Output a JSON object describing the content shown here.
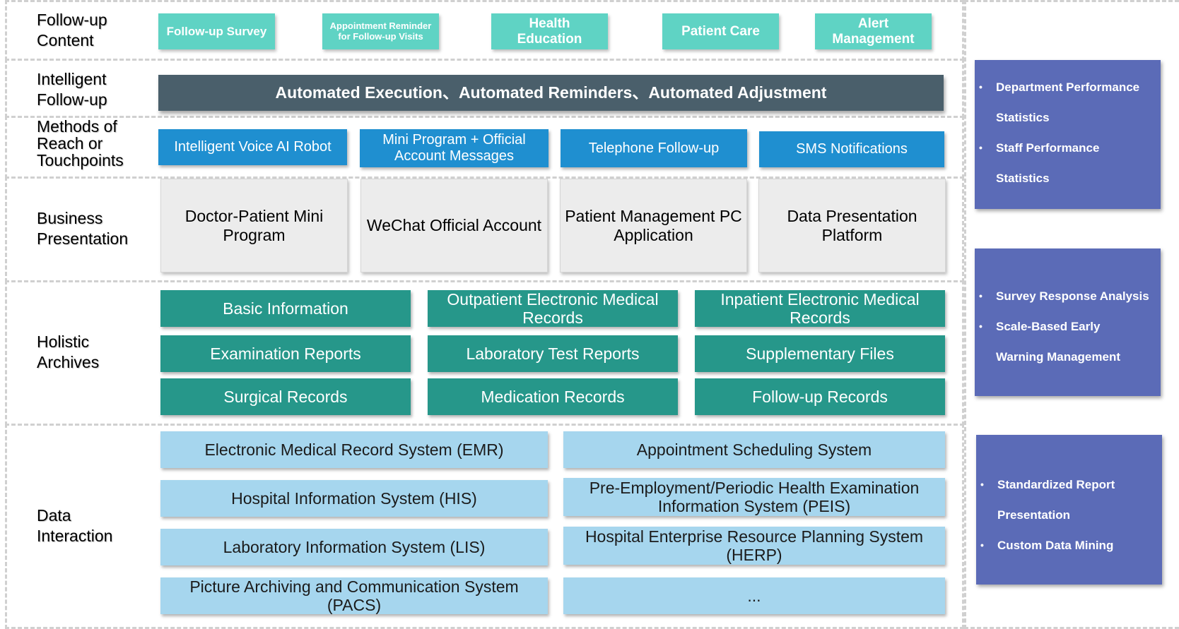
{
  "rows": {
    "followup_content": "Follow-up\nContent",
    "intelligent_followup": "Intelligent\nFollow-up",
    "methods": "Methods of\nReach or\nTouchpoints",
    "business": "Business\nPresentation",
    "holistic": "Holistic\nArchives",
    "data": "Data\nInteraction"
  },
  "followup_content": [
    "Follow-up Survey",
    "Appointment Reminder for Follow-up Visits",
    "Health Education",
    "Patient Care",
    "Alert Management"
  ],
  "intelligent_followup": "Automated Execution、Automated Reminders、Automated Adjustment",
  "methods": [
    "Intelligent Voice AI Robot",
    "Mini Program + Official Account Messages",
    "Telephone Follow-up",
    "SMS Notifications"
  ],
  "business": [
    "Doctor-Patient Mini Program",
    "WeChat Official Account",
    "Patient Management PC Application",
    "Data Presentation Platform"
  ],
  "holistic": [
    "Basic Information",
    "Outpatient Electronic Medical Records",
    "Inpatient Electronic Medical Records",
    "Examination Reports",
    "Laboratory Test Reports",
    "Supplementary Files",
    "Surgical Records",
    "Medication Records",
    "Follow-up Records"
  ],
  "data_interaction": [
    "Electronic Medical Record System (EMR)",
    "Appointment Scheduling System",
    "Hospital Information System (HIS)",
    "Pre-Employment/Periodic Health Examination Information System (PEIS)",
    "Laboratory Information System (LIS)",
    "Hospital Enterprise Resource Planning System (HERP)",
    "Picture Archiving and Communication System (PACS)",
    "..."
  ],
  "panels": {
    "p1": [
      "Department Performance",
      "Statistics",
      "Staff Performance",
      "Statistics"
    ],
    "p2": [
      "Survey Response Analysis",
      "Scale-Based Early",
      "Warning Management"
    ],
    "p3": [
      "Standardized Report",
      "Presentation",
      "Custom Data Mining"
    ]
  },
  "colors": {
    "teal_light": "#5fd3c4",
    "dark_slate": "#4a5f6b",
    "blue": "#1f8fd0",
    "grey": "#ececec",
    "green": "#26978a",
    "light_blue": "#a6d6ee",
    "panel": "#5b6bb7"
  }
}
